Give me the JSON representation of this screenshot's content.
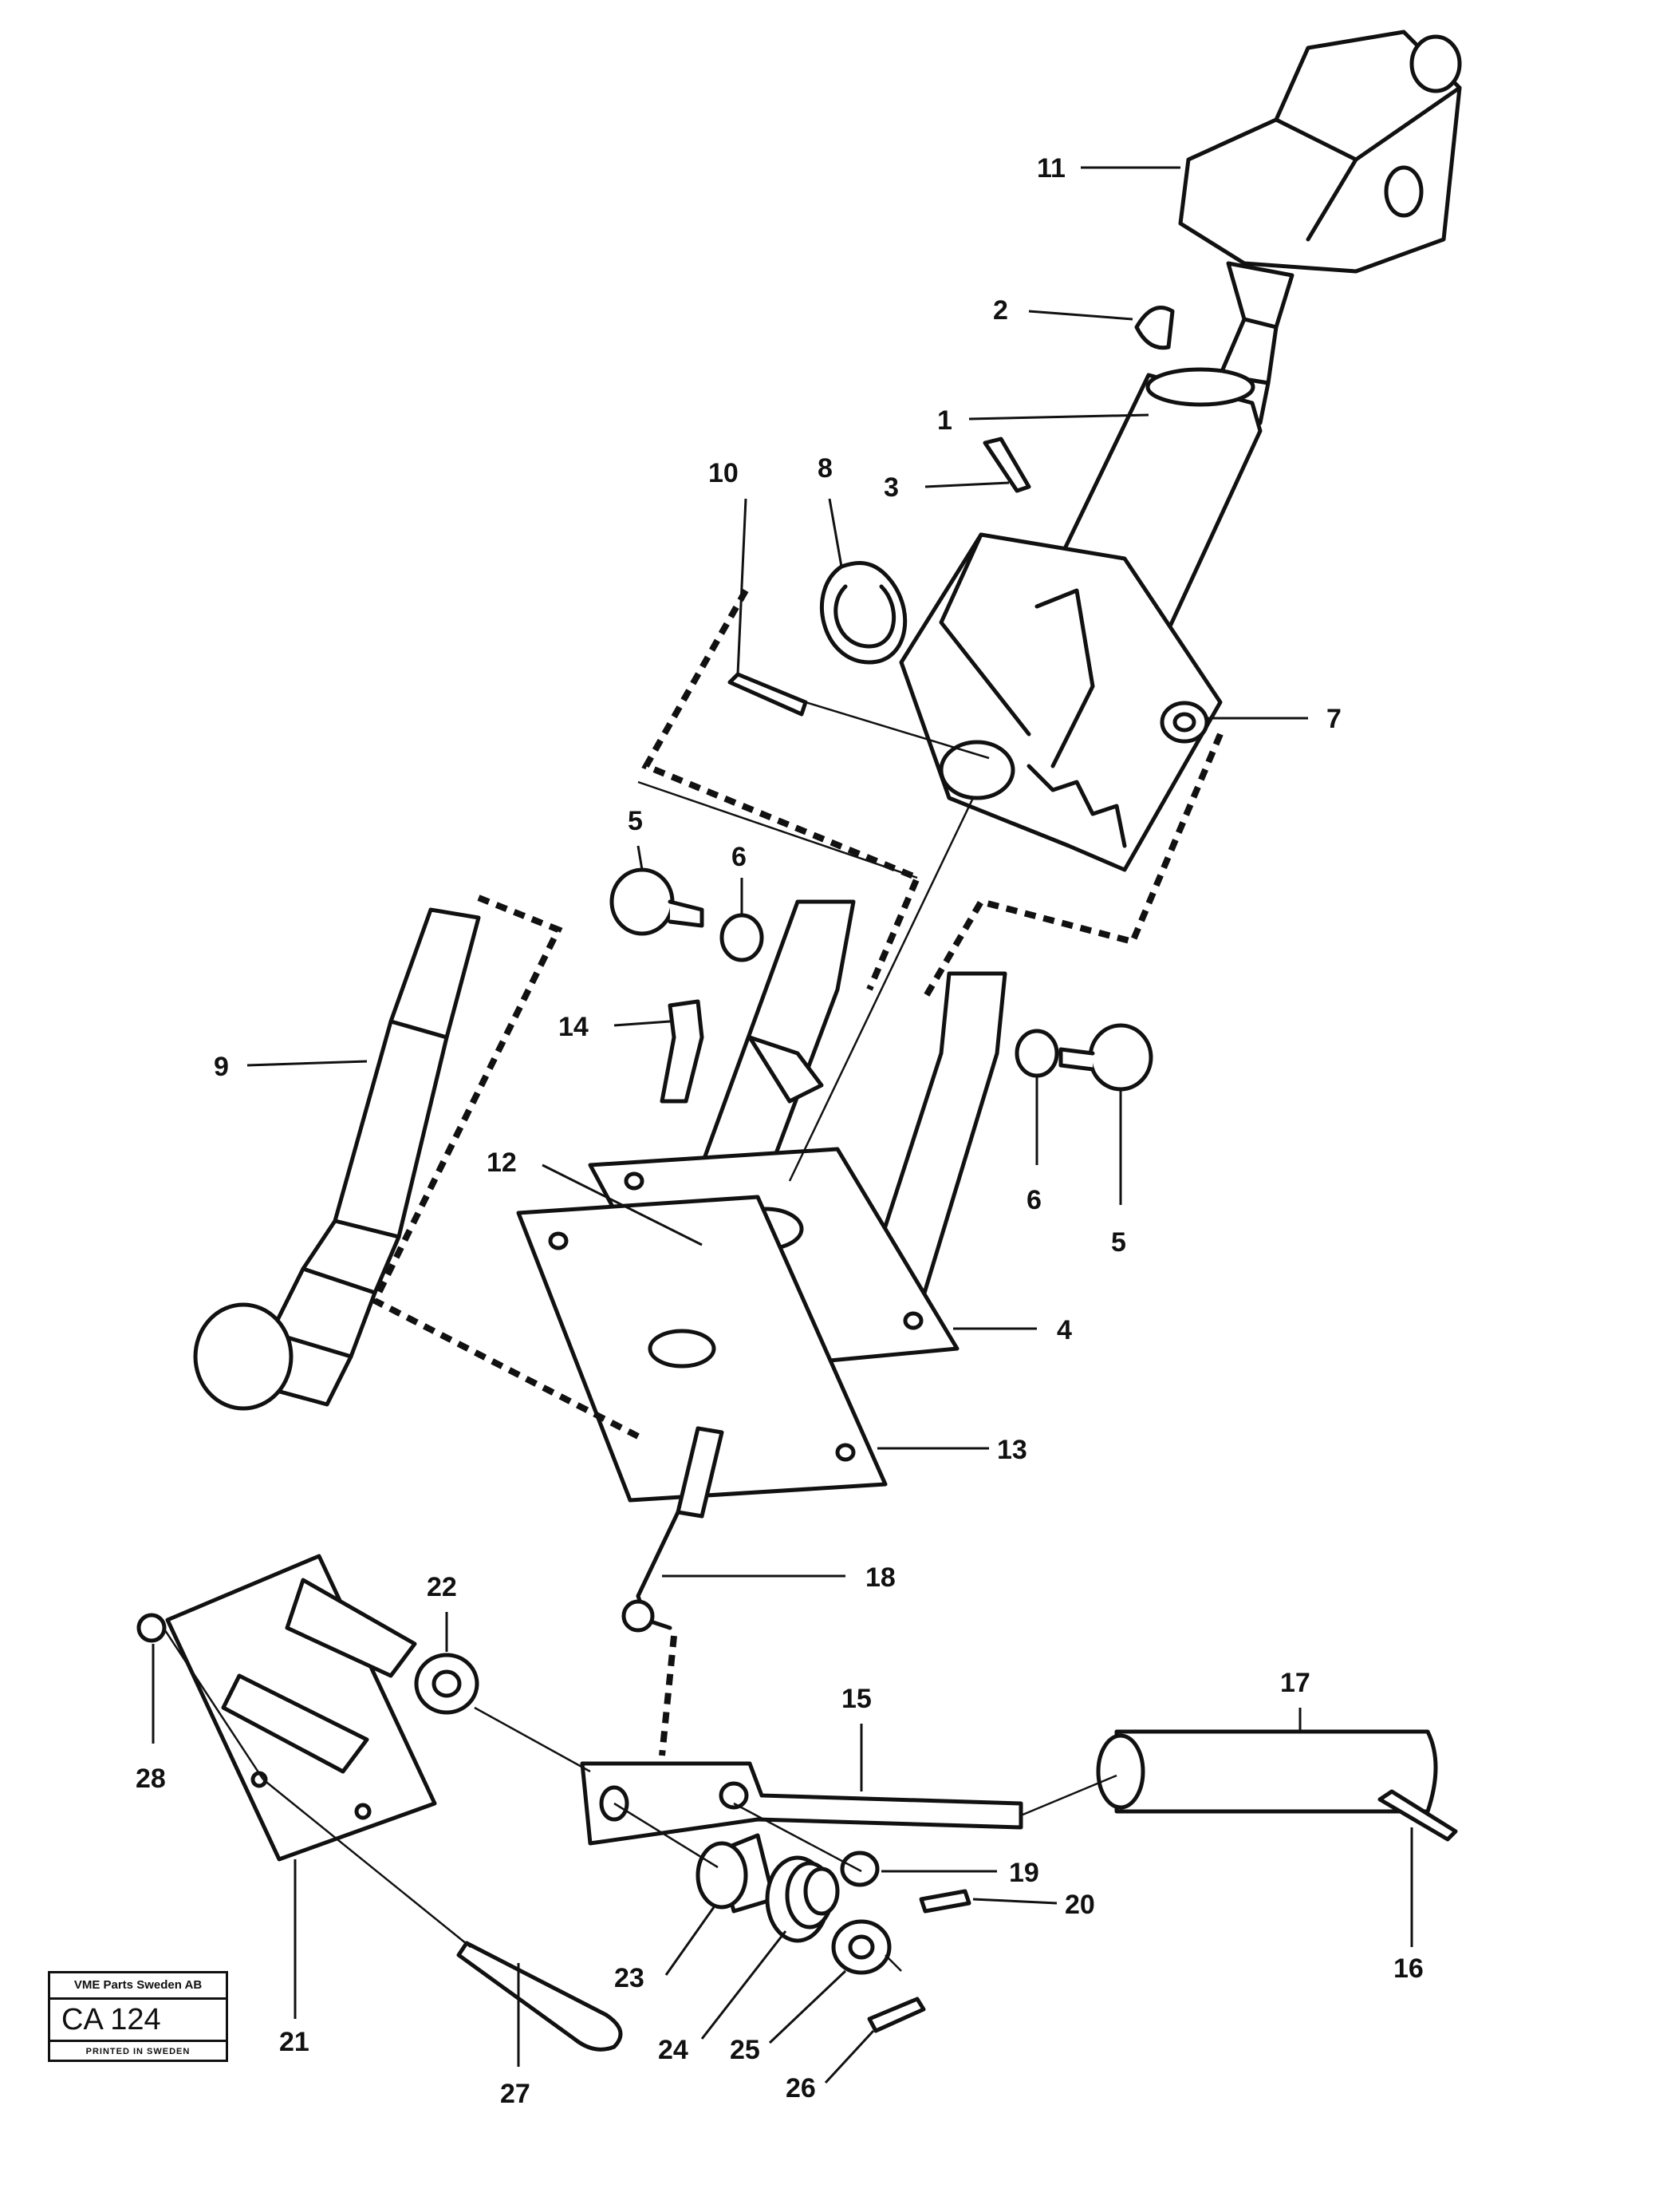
{
  "diagram": {
    "callouts": {
      "c1": "1",
      "c2": "2",
      "c3": "3",
      "c4": "4",
      "c5a": "5",
      "c5b": "5",
      "c6a": "6",
      "c6b": "6",
      "c7": "7",
      "c8": "8",
      "c9": "9",
      "c10": "10",
      "c11": "11",
      "c12": "12",
      "c13": "13",
      "c14": "14",
      "c15": "15",
      "c16": "16",
      "c17": "17",
      "c18": "18",
      "c19": "19",
      "c20": "20",
      "c21": "21",
      "c22": "22",
      "c23": "23",
      "c24": "24",
      "c25": "25",
      "c26": "26",
      "c27": "27",
      "c28": "28"
    }
  },
  "stamp": {
    "company": "VME Parts Sweden AB",
    "code": "CA 124",
    "printed": "PRINTED IN SWEDEN"
  }
}
